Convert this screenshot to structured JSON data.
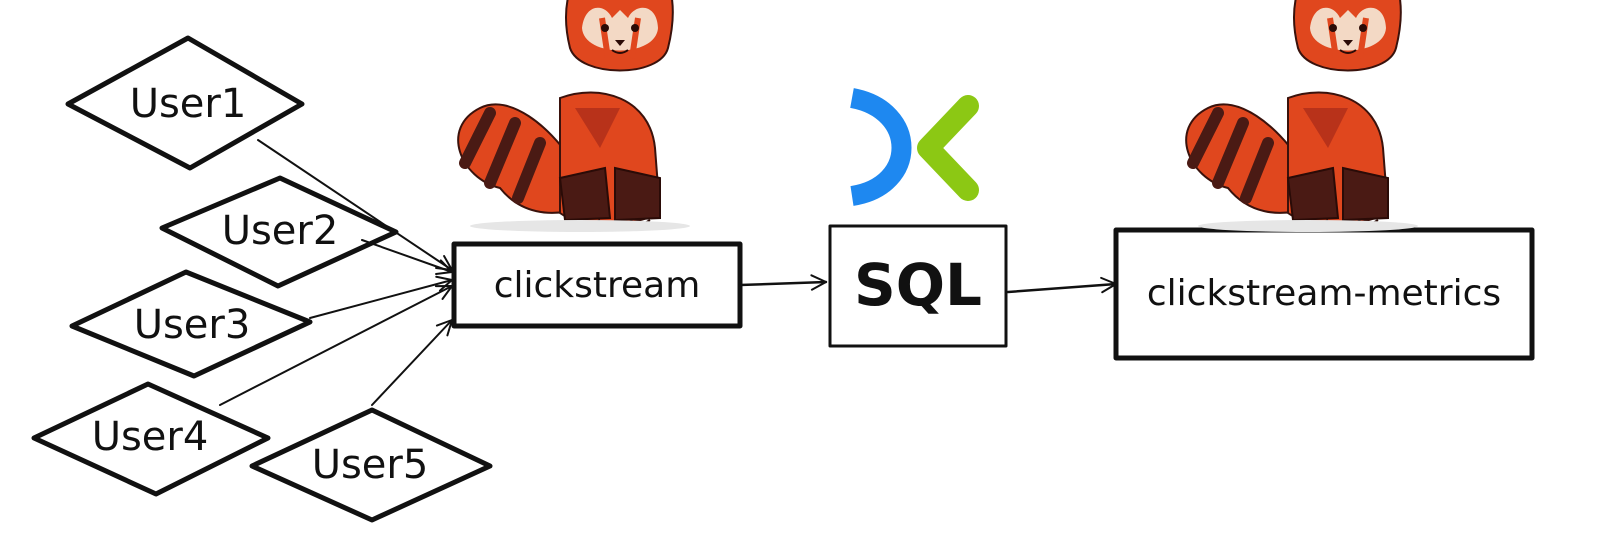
{
  "users": [
    {
      "id": "user1",
      "label": "User1"
    },
    {
      "id": "user2",
      "label": "User2"
    },
    {
      "id": "user3",
      "label": "User3"
    },
    {
      "id": "user4",
      "label": "User4"
    },
    {
      "id": "user5",
      "label": "User5"
    }
  ],
  "source_topic": {
    "label": "clickstream"
  },
  "processor": {
    "label": "SQL"
  },
  "sink_topic": {
    "label": "clickstream-metrics"
  },
  "mascot": {
    "icon": "red-panda-icon",
    "count": 2
  },
  "processor_logo": {
    "icon": "flink-logo-icon",
    "colors": {
      "left": "#1E88F0",
      "right": "#8CC814"
    }
  },
  "colors": {
    "panda_orange": "#E0471E",
    "panda_dark": "#4A1A14",
    "panda_cream": "#F3D9C5",
    "ink": "#111111",
    "hatch": "#C8C8C8"
  }
}
